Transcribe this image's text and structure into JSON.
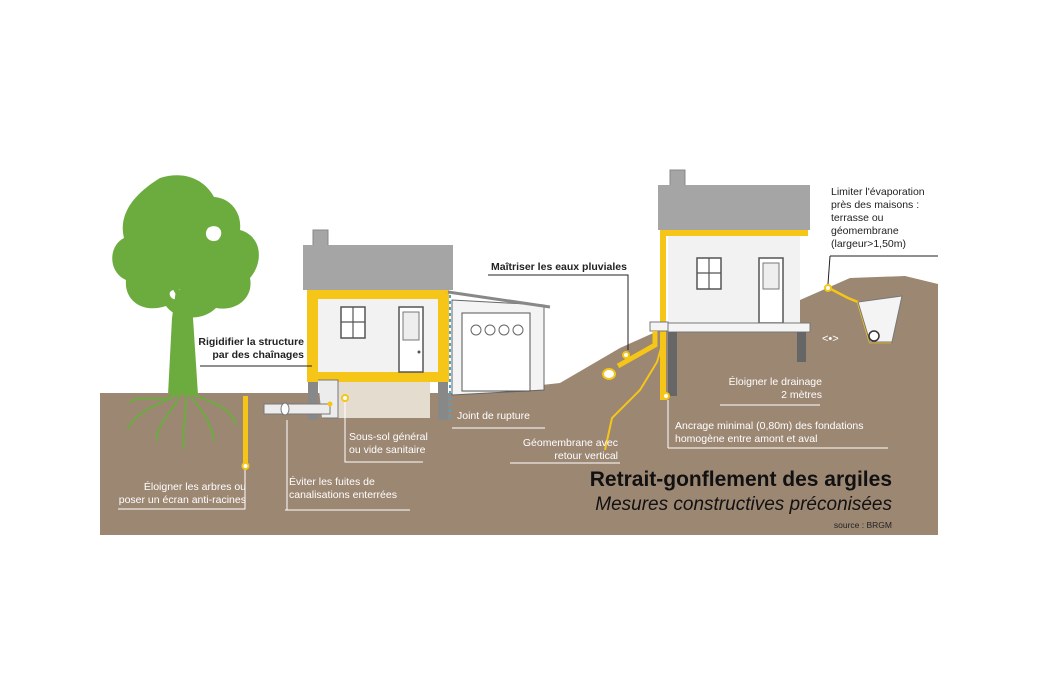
{
  "title": "Retrait-gonflement des argiles",
  "subtitle": "Mesures constructives préconisées",
  "source": "source : BRGM",
  "labels": {
    "rigidifier": [
      "Rigidifier la structure",
      "par des chaînages"
    ],
    "arbres": [
      "Éloigner les arbres ou",
      "poser un écran anti-racines"
    ],
    "fuites": [
      "Éviter les fuites de",
      "canalisations enterrées"
    ],
    "sous_sol": [
      "Sous-sol général",
      "ou vide sanitaire"
    ],
    "joint": "Joint de rupture",
    "eaux": "Maîtriser les eaux pluviales",
    "geomembrane": [
      "Géomembrane avec",
      "retour vertical"
    ],
    "drainage": [
      "Éloigner le drainage",
      "2 mètres"
    ],
    "ancrage": [
      "Ancrage minimal (0,80m) des fondations",
      "homogène entre amont et aval"
    ],
    "evaporation": [
      "Limiter l'évaporation",
      "près des maisons :",
      "terrasse ou",
      "géomembrane",
      "(largeur>1,50m)"
    ],
    "distance_symbol": "<•>"
  },
  "colors": {
    "ground": "#9c8773",
    "tree": "#6cac3f",
    "roof": "#a5a5a5",
    "yellow": "#f5c518",
    "wall": "#f2f2f2",
    "outline": "#555555"
  }
}
